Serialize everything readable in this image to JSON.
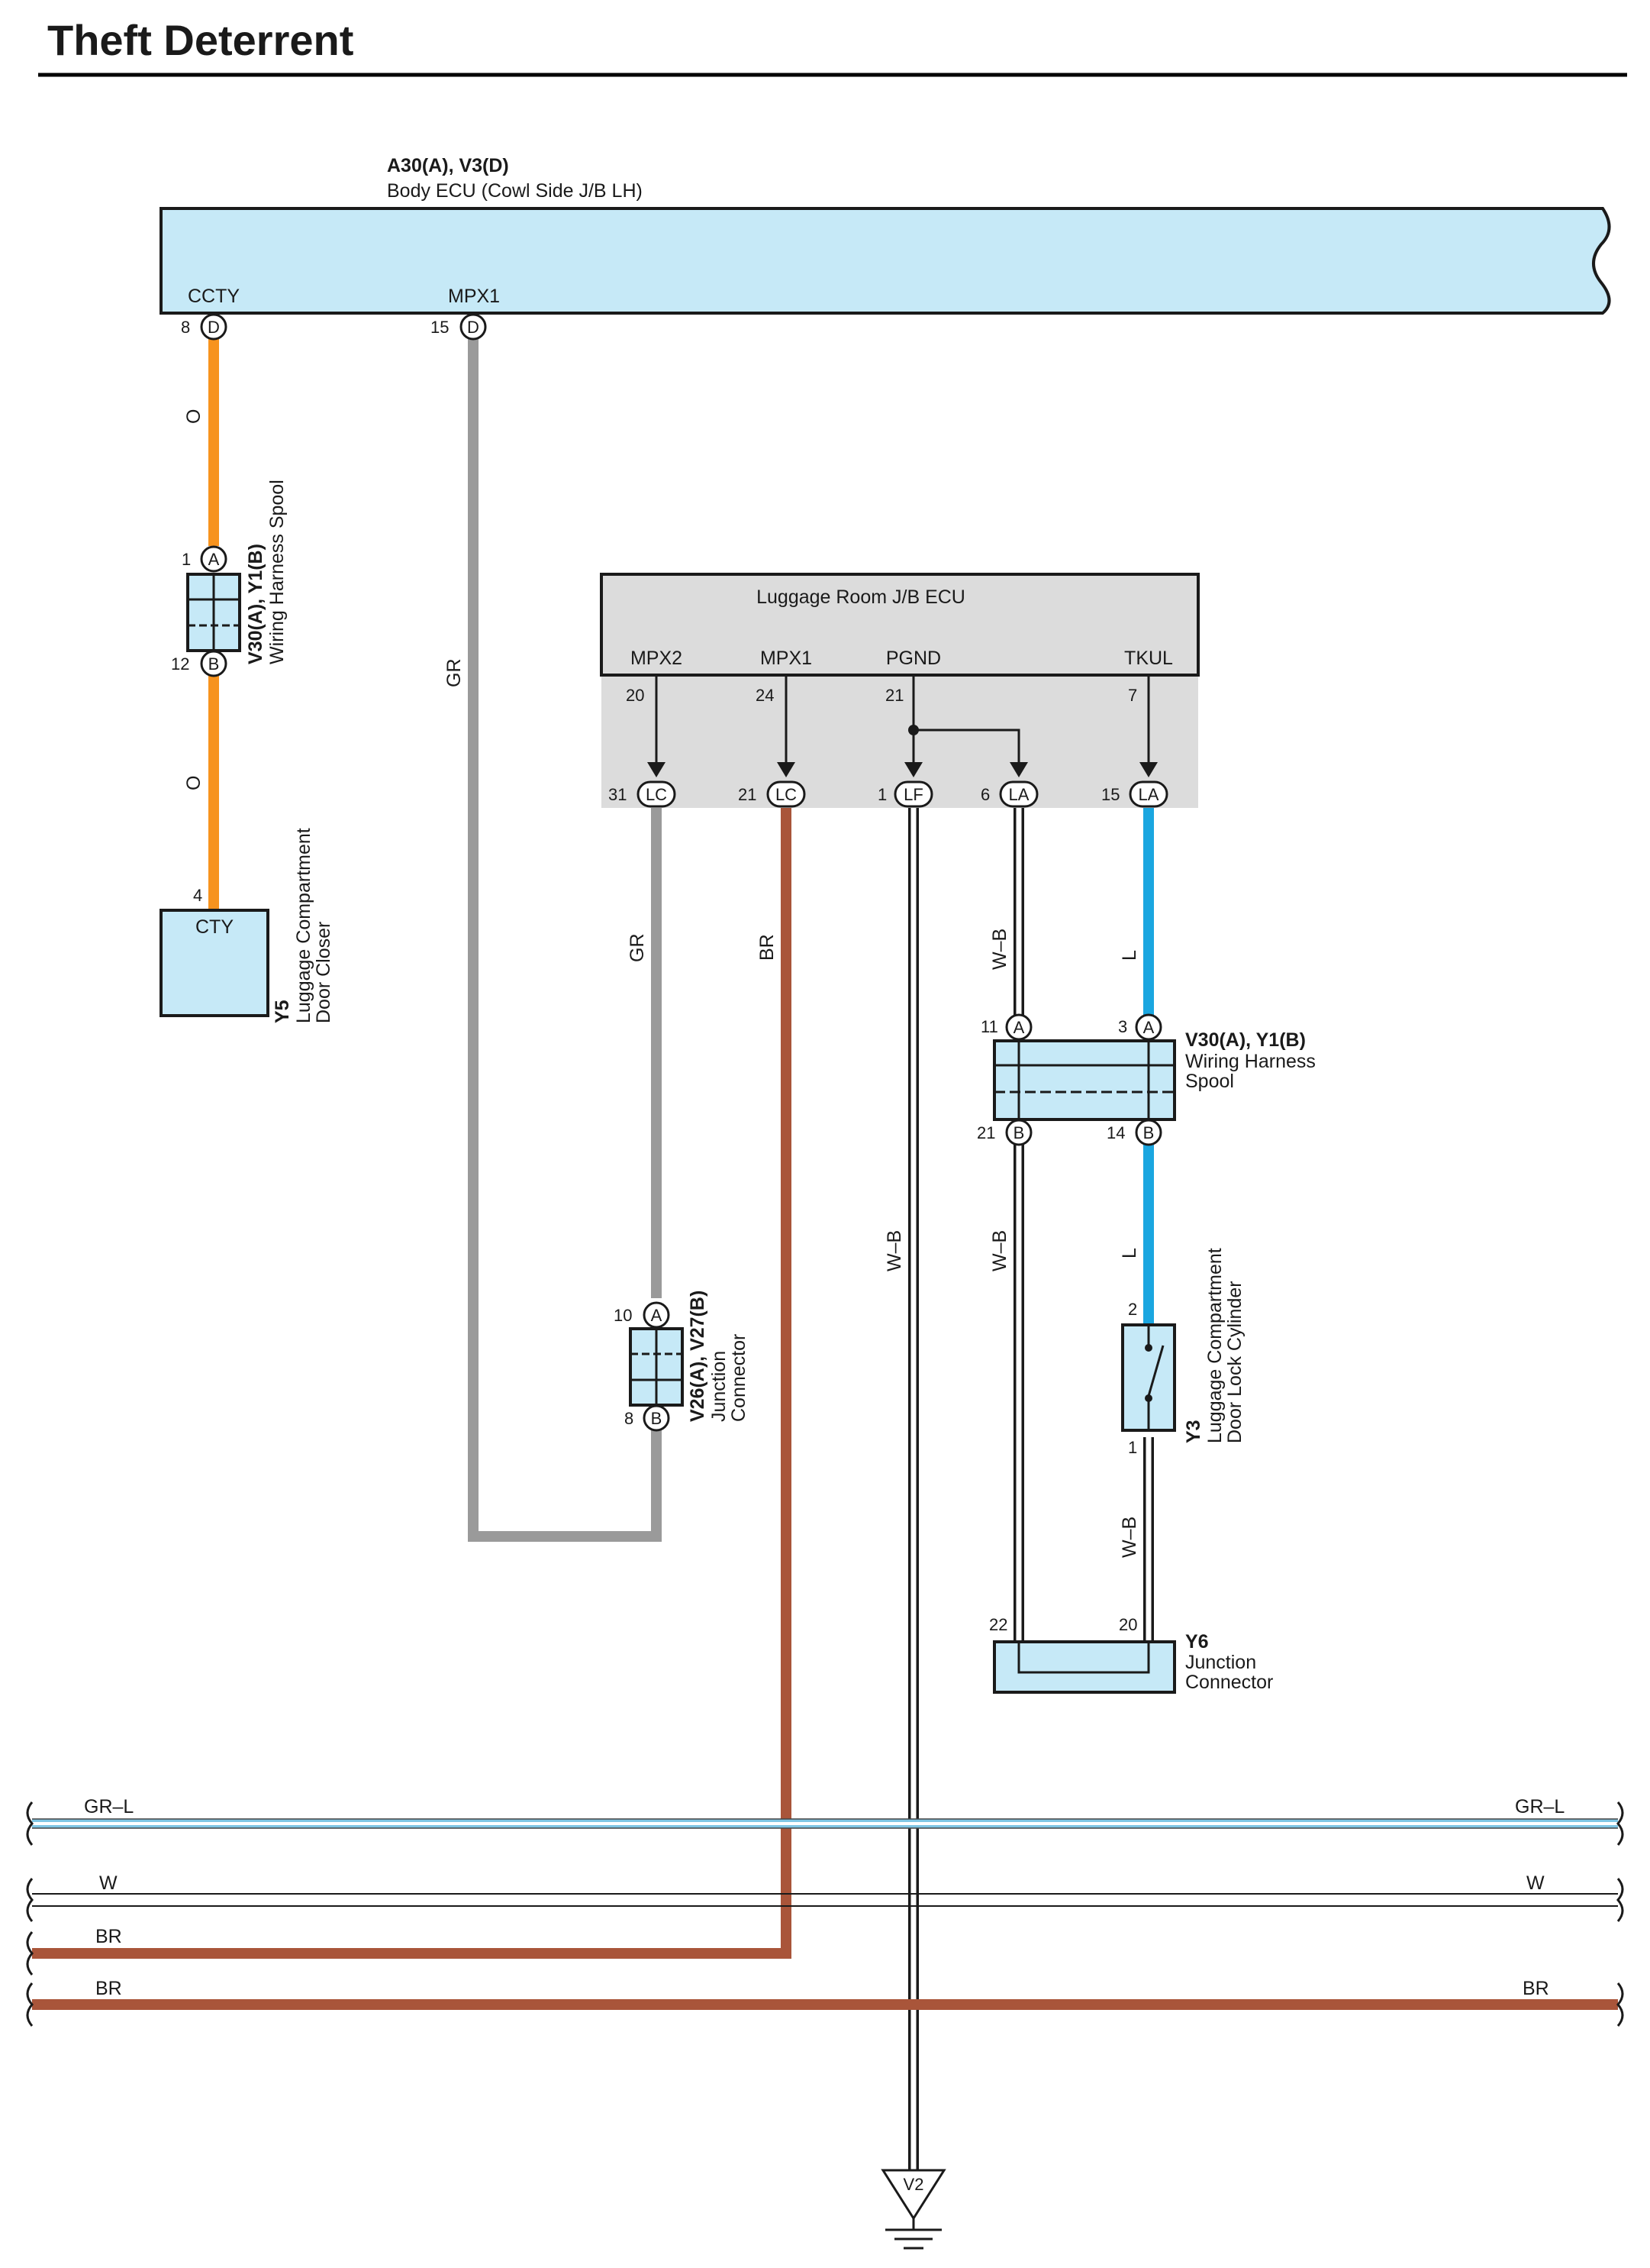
{
  "page_title": "Theft Deterrent",
  "body_ecu": {
    "code": "A30(A), V3(D)",
    "name": "Body ECU (Cowl Side J/B LH)",
    "pin_ccty": "CCTY",
    "pin_mpx1": "MPX1",
    "pin_ccty_no": "8",
    "pin_mpx1_no": "15",
    "conn": "D"
  },
  "spool_left": {
    "code": "V30(A), Y1(B)",
    "name": "Wiring Harness Spool",
    "pin_a": "1",
    "pin_b": "12",
    "conn_a": "A",
    "conn_b": "B"
  },
  "door_closer": {
    "code": "Y5",
    "line1": "Luggage Compartment",
    "line2": "Door Closer",
    "pin": "4",
    "terminal": "CTY"
  },
  "luggage_ecu": {
    "name": "Luggage Room J/B ECU",
    "pins": [
      "MPX2",
      "MPX1",
      "PGND",
      "TKUL"
    ],
    "pin_nos": [
      "20",
      "24",
      "21",
      "7"
    ]
  },
  "jb_connectors": [
    {
      "pin": "31",
      "conn": "LC"
    },
    {
      "pin": "21",
      "conn": "LC"
    },
    {
      "pin": "1",
      "conn": "LF"
    },
    {
      "pin": "6",
      "conn": "LA"
    },
    {
      "pin": "15",
      "conn": "LA"
    }
  ],
  "spool_right": {
    "code": "V30(A), Y1(B)",
    "line1": "Wiring Harness",
    "line2": "Spool",
    "pin_a1": "11",
    "pin_a2": "3",
    "pin_b1": "21",
    "pin_b2": "14",
    "conn_a": "A",
    "conn_b": "B"
  },
  "junction_v26": {
    "code": "V26(A), V27(B)",
    "line1": "Junction",
    "line2": "Connector",
    "pin_a": "10",
    "pin_b": "8",
    "conn_a": "A",
    "conn_b": "B"
  },
  "lock_cylinder": {
    "code": "Y3",
    "line1": "Luggage Compartment",
    "line2": "Door Lock Cylinder",
    "pin_top": "2",
    "pin_bottom": "1"
  },
  "junction_y6": {
    "code": "Y6",
    "line1": "Junction",
    "line2": "Connector",
    "pin_left": "22",
    "pin_right": "20"
  },
  "ground": {
    "label": "V2"
  },
  "wire_labels": {
    "o1": "O",
    "o2": "O",
    "gr_long": "GR",
    "gr_lc": "GR",
    "br": "BR",
    "wb_lf": "W–B",
    "wb_la_top": "W–B",
    "wb_la_bottom": "W–B",
    "wb_y3": "W–B",
    "l_top": "L",
    "l_bottom": "L"
  },
  "bus": {
    "grl_left": "GR–L",
    "grl_right": "GR–L",
    "w_left": "W",
    "w_right": "W",
    "br1_left": "BR",
    "br2_left": "BR",
    "br2_right": "BR"
  },
  "colors": {
    "orange": "#f7931e",
    "gray": "#9a9a9a",
    "brown": "#a9553a",
    "blue": "#1aa6e0",
    "component_fill": "#c6e9f7",
    "ecu_box": "#dcdcdc",
    "grl_blue": "#7fc6e4"
  }
}
